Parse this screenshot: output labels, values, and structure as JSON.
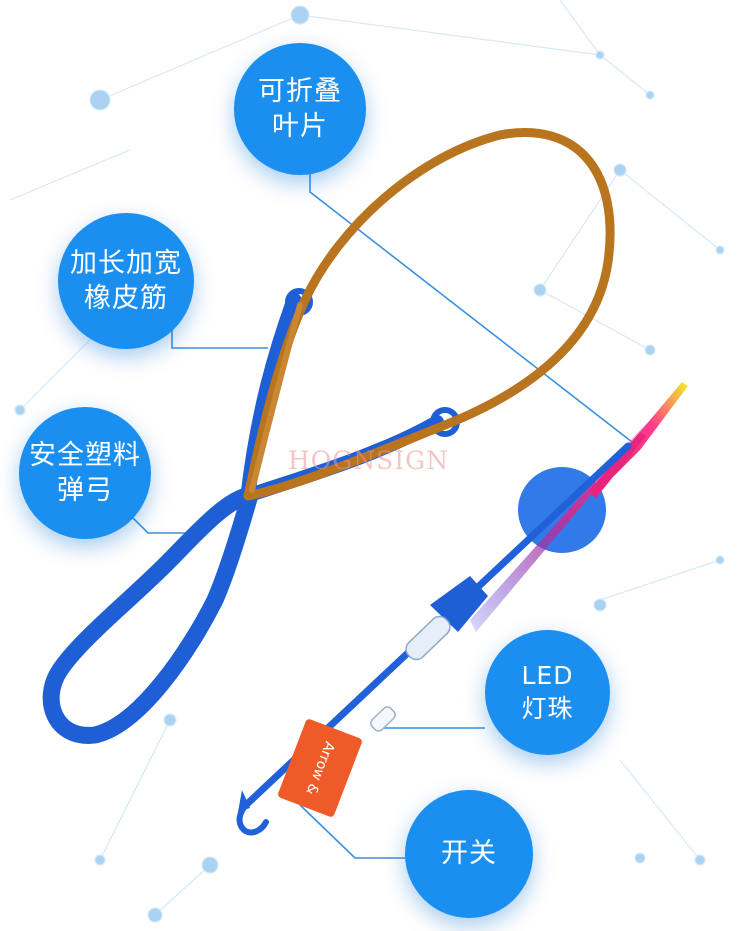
{
  "colors": {
    "bubble": "#1a8ff0",
    "slingshot": "#1f5fd6",
    "rubber_band": "#b8741e",
    "leader_line": "#3b8fe0",
    "arrow_pink": "#e8257a",
    "arrow_yellow": "#f2f224",
    "tag_orange": "#ee5a28",
    "background_dots": "#aad3f2"
  },
  "callouts": {
    "leaf": {
      "line1": "可折叠",
      "line2": "叶片"
    },
    "band": {
      "line1": "加长加宽",
      "line2": "橡皮筋"
    },
    "sling": {
      "line1": "安全塑料",
      "line2": "弹弓"
    },
    "led": {
      "line1": "LED",
      "line2": "灯珠"
    },
    "switch": {
      "line1": "开关"
    }
  },
  "watermark": "HOGNSIGN",
  "tag_text": "Arrow &"
}
